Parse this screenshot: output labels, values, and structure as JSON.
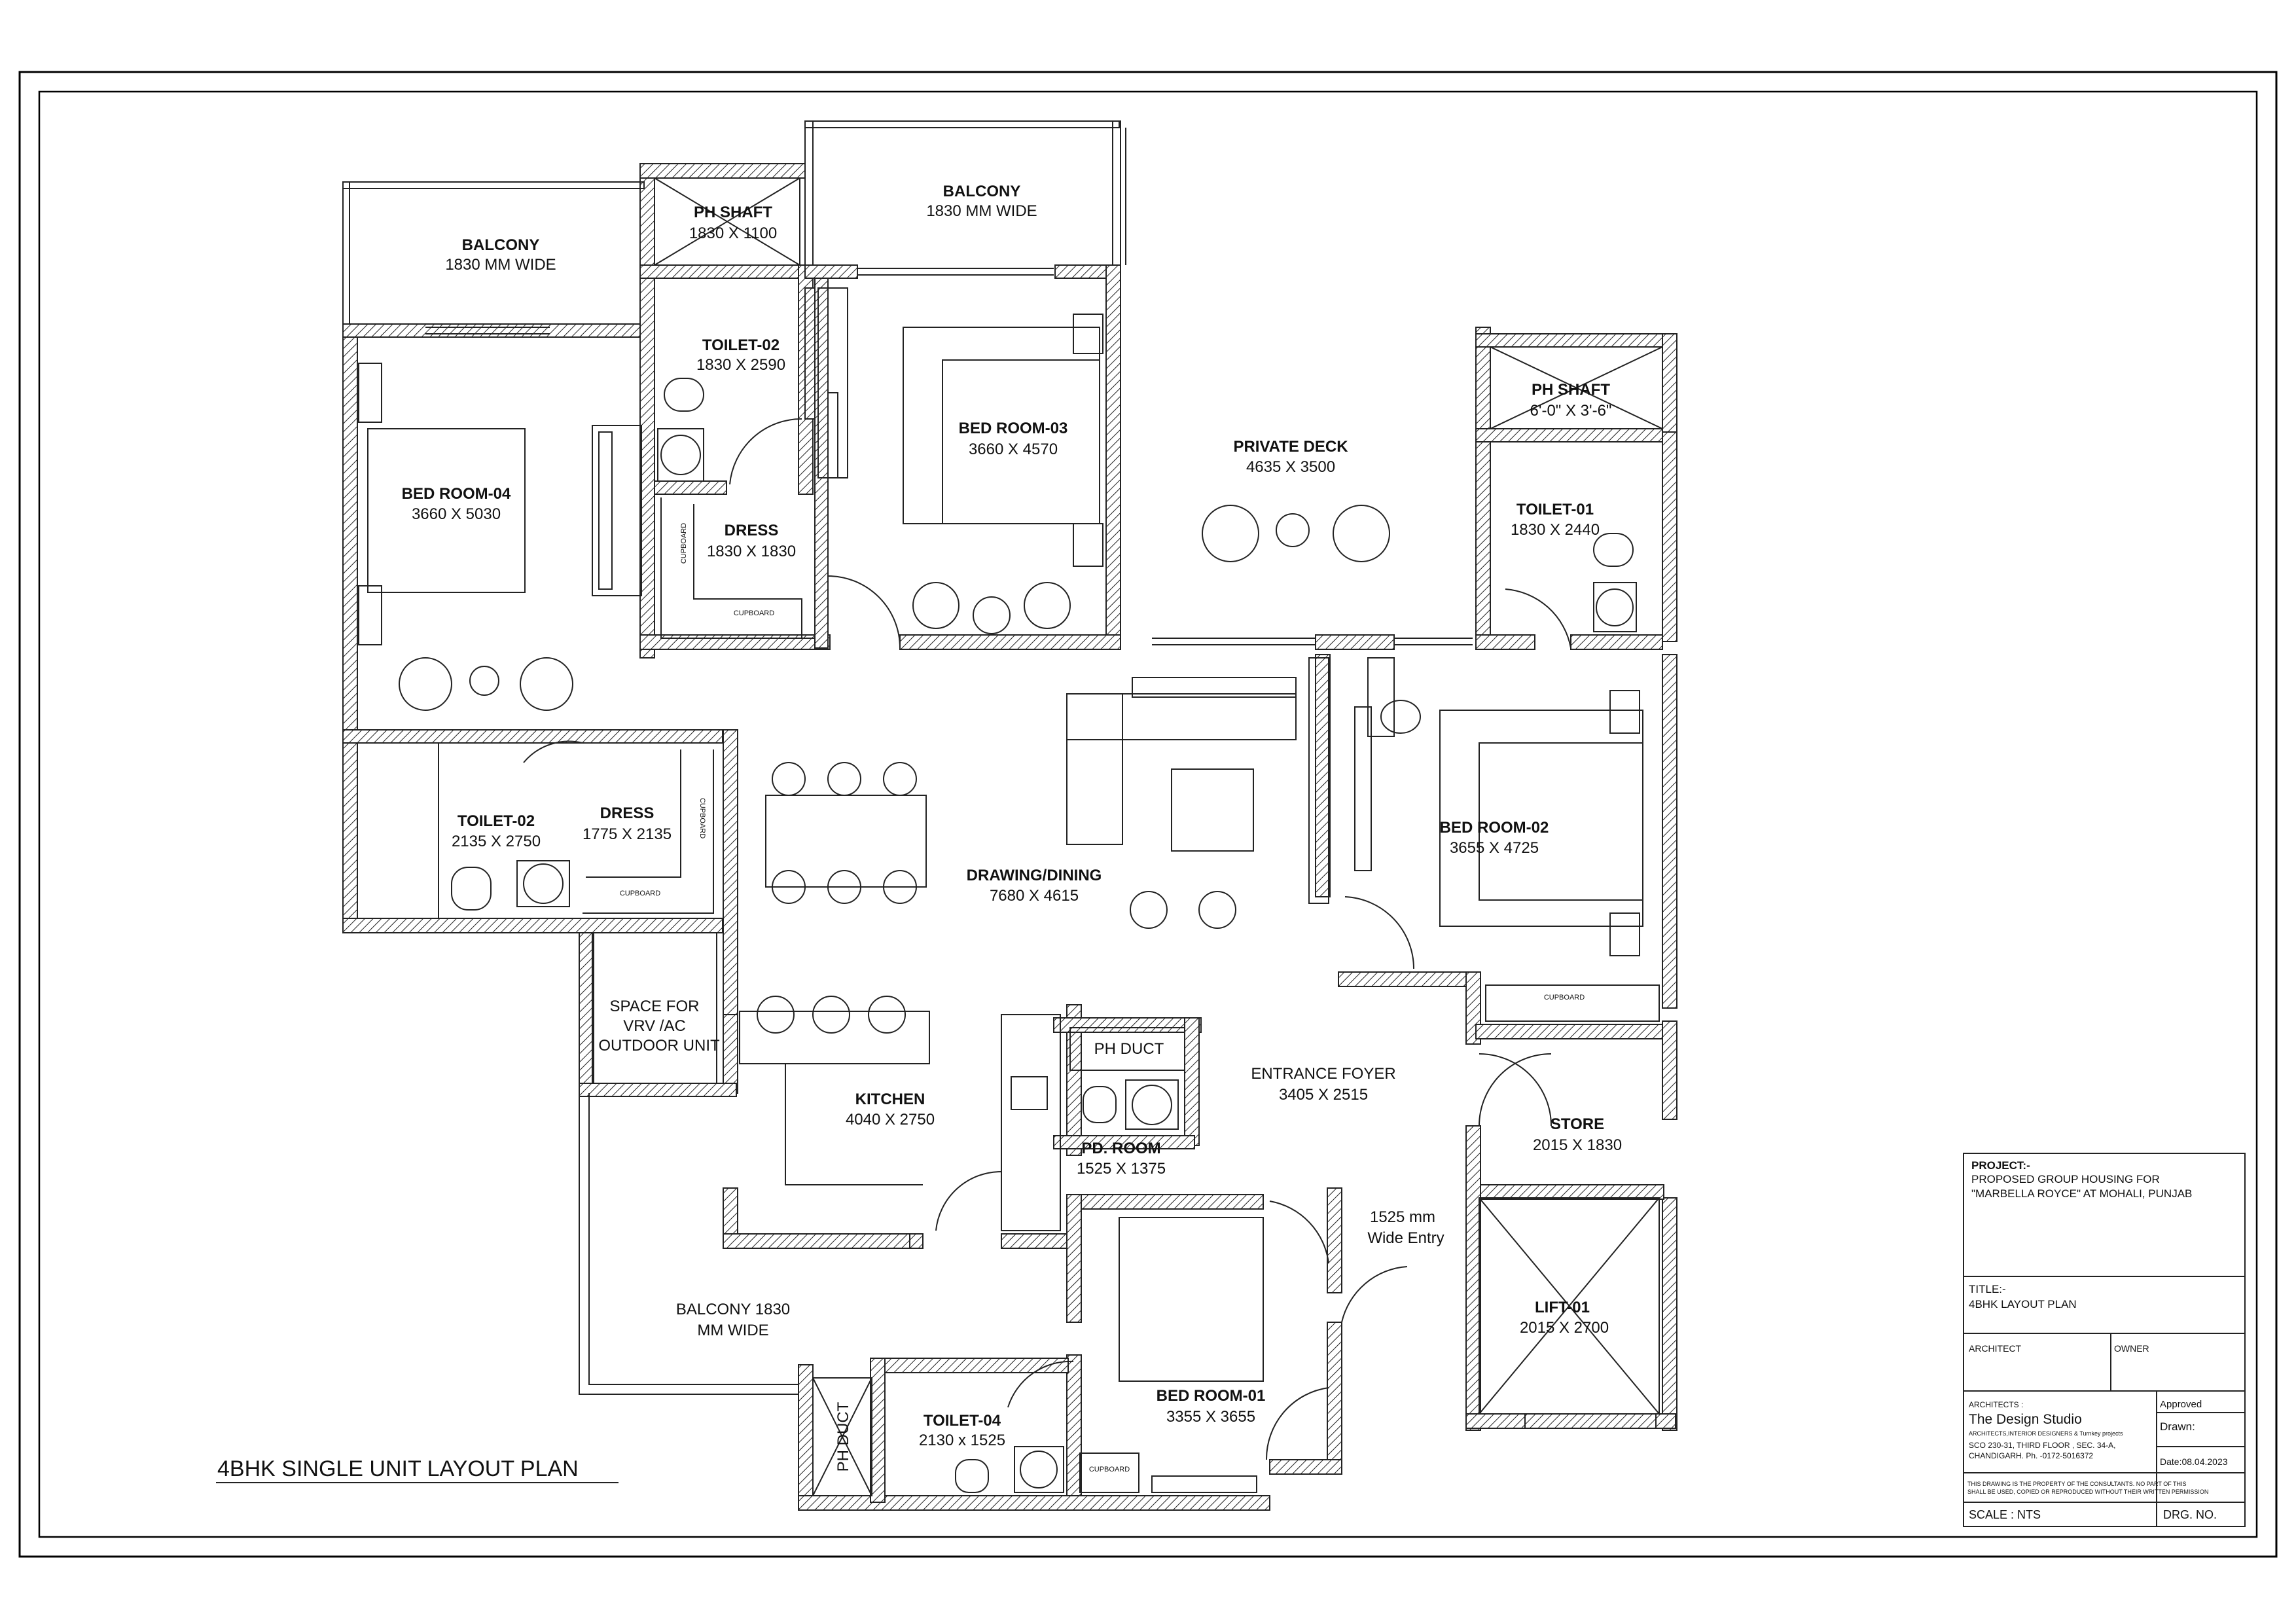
{
  "drawing_title": "4BHK SINGLE UNIT LAYOUT PLAN",
  "rooms": {
    "balcony_a": {
      "name": "BALCONY",
      "dim": "1830 MM WIDE"
    },
    "ph_shaft_a": {
      "name": "PH SHAFT",
      "dim": "1830 X 1100"
    },
    "balcony_b": {
      "name": "BALCONY",
      "dim": "1830 MM WIDE"
    },
    "toilet_02a": {
      "name": "TOILET-02",
      "dim": "1830 X 2590"
    },
    "bed_room_04": {
      "name": "BED ROOM-04",
      "dim": "3660 X 5030"
    },
    "dress_a": {
      "name": "DRESS",
      "dim": "1830 X 1830"
    },
    "bed_room_03": {
      "name": "BED ROOM-03",
      "dim": "3660 X 4570"
    },
    "private_deck": {
      "name": "PRIVATE DECK",
      "dim": "4635 X 3500"
    },
    "ph_shaft_b": {
      "name": "PH SHAFT",
      "dim": "6'-0\" X 3'-6\""
    },
    "toilet_01": {
      "name": "TOILET-01",
      "dim": "1830 X 2440"
    },
    "toilet_02b": {
      "name": "TOILET-02",
      "dim": "2135 X 2750"
    },
    "dress_b": {
      "name": "DRESS",
      "dim": "1775 X 2135"
    },
    "drawing_dining": {
      "name": "DRAWING/DINING",
      "dim": "7680 X 4615"
    },
    "bed_room_02": {
      "name": "BED ROOM-02",
      "dim": "3655 X 4725"
    },
    "vrv_space": {
      "line1": "SPACE FOR",
      "line2": "VRV /AC",
      "line3": "OUTDOOR UNIT"
    },
    "ph_duct_a": {
      "name": "PH DUCT"
    },
    "kitchen": {
      "name": "KITCHEN",
      "dim": "4040 X 2750"
    },
    "entrance_foyer": {
      "name": "ENTRANCE  FOYER",
      "dim": "3405 X 2515"
    },
    "pd_room": {
      "name": "PD. ROOM",
      "dim": "1525 X 1375"
    },
    "store": {
      "name": "STORE",
      "dim": "2015 X 1830"
    },
    "entry": {
      "line1": "1525 mm",
      "line2": "Wide Entry"
    },
    "balcony_c": {
      "line1": "BALCONY 1830",
      "line2": "MM WIDE"
    },
    "lift_01": {
      "name": "LIFT-01",
      "dim": "2015 X 2700"
    },
    "bed_room_01": {
      "name": "BED ROOM-01",
      "dim": "3355 X 3655"
    },
    "toilet_04": {
      "name": "TOILET-04",
      "dim": "2130 x 1525"
    },
    "ph_duct_b": {
      "name": "PH DUCT"
    }
  },
  "cupboard_label": "CUPBOARD",
  "title_block": {
    "project_label": "PROJECT:-",
    "project_line1": "PROPOSED GROUP HOUSING FOR",
    "project_line2": "\"MARBELLA ROYCE\" AT MOHALI, PUNJAB",
    "title_label": "TITLE:-",
    "title_value": "4BHK  LAYOUT PLAN",
    "architect_label": "ARCHITECT",
    "owner_label": "OWNER",
    "architects_label": "ARCHITECTS :",
    "firm_name": "The Design Studio",
    "firm_tagline": "ARCHITECTS,INTERIOR  DESIGNERS  & Turnkey projects",
    "address_line1": "SCO 230-31, THIRD FLOOR , SEC. 34-A,",
    "address_line2": "CHANDIGARH. Ph. -0172-5016372",
    "approved_label": "Approved",
    "drawn_label": "Drawn:",
    "date_label": "Date:08.04.2023",
    "disclaimer_line1": "THIS DRAWING IS THE PROPERTY OF THE CONSULTANTS. NO PART OF THIS",
    "disclaimer_line2": "SHALL BE USED, COPIED OR REPRODUCED WITHOUT THEIR WRITTEN PERMISSION",
    "scale_label": "SCALE : NTS",
    "drg_label": "DRG. NO."
  }
}
